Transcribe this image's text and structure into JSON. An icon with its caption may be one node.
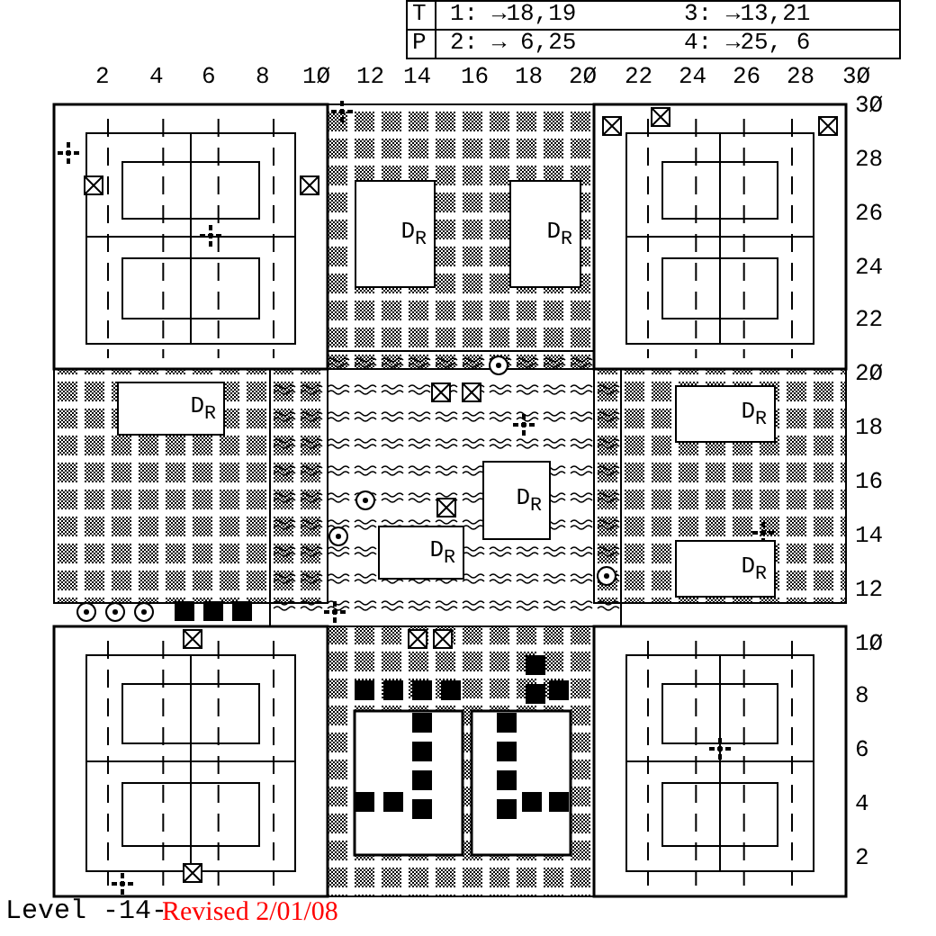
{
  "diagram": {
    "nodes": [
      {
        "text": [
          "D$_{R}$"
        ]
      },
      {
        "text": [
          "D$_{R}$"
        ]
      },
      {
        "text": [
          "D$_{R}$"
        ]
      },
      {
        "text": [
          "D$_{R}$"
        ]
      },
      {
        "text": [
          "D$_{R}$"
        ]
      },
      {
        "text": [
          "D$_{R}$"
        ]
      },
      {
        "text": [
          "D$_{R}$"
        ]
      }
    ],
    "labels": [
      "T",
      "1: →18,19",
      "3: →13,21",
      "P",
      "2: → 6,25",
      "4: →25, 6",
      "2",
      "4",
      "6",
      "8",
      "1Ø",
      "12",
      "14",
      "16",
      "18",
      "2Ø",
      "22",
      "24",
      "26",
      "28",
      "3Ø",
      "3Ø",
      "28",
      "26",
      "24",
      "22",
      "2Ø",
      "18",
      "16",
      "14",
      "12",
      "1Ø",
      "8",
      "6",
      "4",
      "2",
      "Level -14-",
      "Revised 2/01/08"
    ]
  }
}
